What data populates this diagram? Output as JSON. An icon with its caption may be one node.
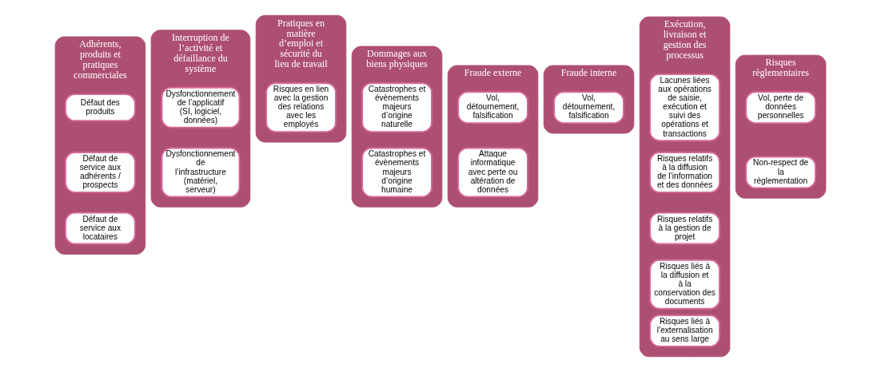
{
  "diagram": {
    "nodes": [
      {
        "text": [
          "Adhérents, produits et pratiques commerciales"
        ]
      },
      {
        "text": [
          "Défaut des produits"
        ],
        "in": 0
      },
      {
        "text": [
          "Défaut de service aux adhérents / prospects"
        ],
        "in": 0
      },
      {
        "text": [
          "Défaut de service aux locataires"
        ],
        "in": 0
      },
      {
        "text": [
          "Interruption de l’activité et défaillance du système"
        ]
      },
      {
        "text": [
          "Dysfonctionnement de l’applicatif (SI, logiciel, données)"
        ],
        "in": 4
      },
      {
        "text": [
          "Dysfonctionnement de l’infrastructure (matériel, serveur)"
        ],
        "in": 4
      },
      {
        "text": [
          "Pratiques en matière d’emploi et sécurité du lieu de travail"
        ]
      },
      {
        "text": [
          "Risques en lien avec la gestion des relations avec les employés"
        ],
        "in": 7
      },
      {
        "text": [
          "Dommages aux biens physiques"
        ]
      },
      {
        "text": [
          "Catastrophes et évènements majeurs d’origine naturelle"
        ],
        "in": 9
      },
      {
        "text": [
          "Catastrophes et évènements majeurs d’origine humaine"
        ],
        "in": 9
      },
      {
        "text": [
          "Fraude externe"
        ]
      },
      {
        "text": [
          "Vol, détournement, falsification"
        ],
        "in": 12
      },
      {
        "text": [
          "Attaque informatique avec perte ou altération de données"
        ],
        "in": 12
      },
      {
        "text": [
          "Fraude interne"
        ]
      },
      {
        "text": [
          "Vol, détournement, falsification"
        ],
        "in": 15
      },
      {
        "text": [
          "Exécution, livraison et gestion des processus"
        ]
      },
      {
        "text": [
          "Lacunes liées aux opérations de saisie, exécution et suivi des opérations et transactions"
        ],
        "in": 17
      },
      {
        "text": [
          "Risques relatifs à la diffusion de l’information et des données"
        ],
        "in": 17
      },
      {
        "text": [
          "Risques relatifs à la gestion de projet"
        ],
        "in": 17
      },
      {
        "text": [
          "Risques liés à la diffusion et à la conservation des documents"
        ],
        "in": 17
      },
      {
        "text": [
          "Risques liés à l’externalisation au sens large"
        ],
        "in": 17
      },
      {
        "text": [
          "Risques règlementaires"
        ]
      },
      {
        "text": [
          "Vol, perte de données personnelles"
        ],
        "in": 23
      },
      {
        "text": [
          "Non-respect de la règlementation"
        ],
        "in": 23
      }
    ],
    "edges": []
  }
}
